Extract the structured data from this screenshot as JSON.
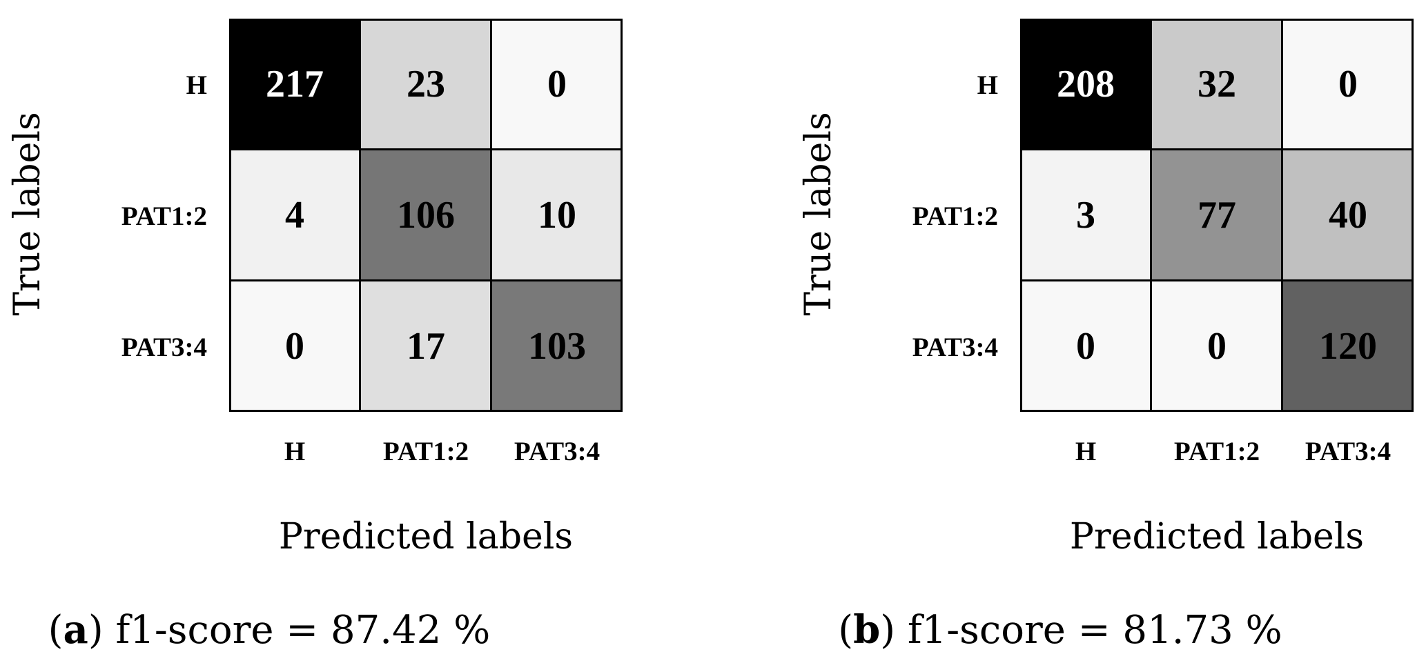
{
  "chart_data": [
    {
      "type": "heatmap",
      "panel": "a",
      "ylabel": "True labels",
      "xlabel": "Predicted labels",
      "row_labels": [
        "H",
        "PAT1:2",
        "PAT3:4"
      ],
      "col_labels": [
        "H",
        "PAT1:2",
        "PAT3:4"
      ],
      "values": [
        [
          217,
          23,
          0
        ],
        [
          4,
          106,
          10
        ],
        [
          0,
          17,
          103
        ]
      ],
      "max": 217,
      "caption_letter": "a",
      "caption_text": "f1-score = 87.42 %"
    },
    {
      "type": "heatmap",
      "panel": "b",
      "ylabel": "True labels",
      "xlabel": "Predicted labels",
      "row_labels": [
        "H",
        "PAT1:2",
        "PAT3:4"
      ],
      "col_labels": [
        "H",
        "PAT1:2",
        "PAT3:4"
      ],
      "values": [
        [
          208,
          32,
          0
        ],
        [
          3,
          77,
          40
        ],
        [
          0,
          0,
          120
        ]
      ],
      "max": 208,
      "caption_letter": "b",
      "caption_text": "f1-score = 81.73 %"
    }
  ],
  "colors": {
    "low": "#ffffff",
    "high": "#000000",
    "grid": "#000000"
  }
}
